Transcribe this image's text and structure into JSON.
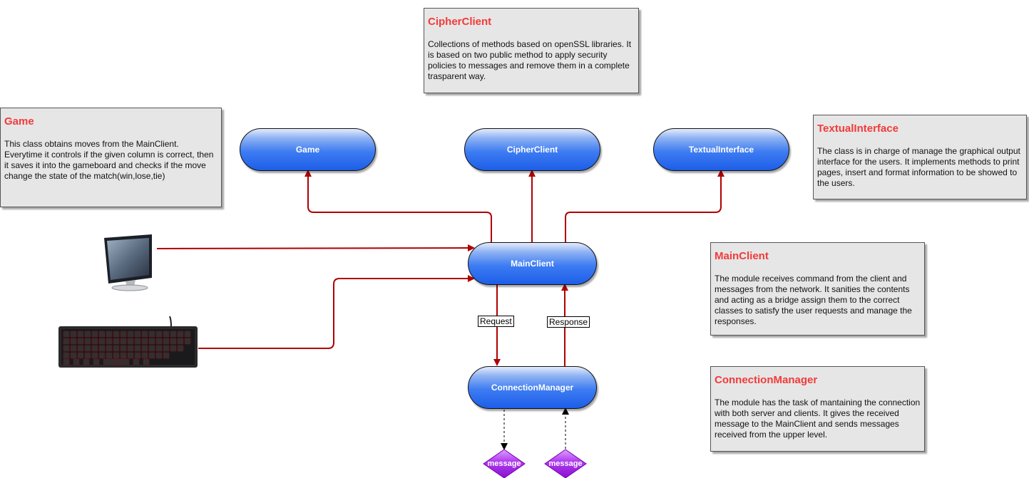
{
  "notes": {
    "cipher": {
      "title": "CipherClient",
      "body": "Collections of methods based on openSSL libraries. It is based on two public method to apply security policies to messages and remove them in a complete trasparent way."
    },
    "game": {
      "title": "Game",
      "body": "This class obtains moves from the MainClient. Everytime it controls if the given column is correct, then it saves it into the gameboard and checks if the move change the state of the match(win,lose,tie)"
    },
    "textual": {
      "title": "TextualInterface",
      "body": "The class is in charge of manage the graphical output interface for the users. It implements methods to print pages, insert and format information to be showed to the users."
    },
    "main": {
      "title": "MainClient",
      "body": "The module receives command from the client and messages from the network. It sanities the contents and acting as a bridge assign them to the correct classes to satisfy the user requests and manage the responses."
    },
    "connection": {
      "title": "ConnectionManager",
      "body": "The module has the task of mantaining the connection with both server and clients. It gives the received message to the MainClient and sends messages received from the upper level."
    }
  },
  "nodes": {
    "game": "Game",
    "cipher": "CipherClient",
    "textual": "TextualInterface",
    "main": "MainClient",
    "connection": "ConnectionManager"
  },
  "edge_labels": {
    "request": "Request",
    "response": "Response"
  },
  "messages": [
    "message",
    "message"
  ],
  "icons": [
    "monitor-icon",
    "keyboard-icon"
  ],
  "colors": {
    "arrow": "#b00000",
    "note_title": "#f23a3a",
    "node_fill": "#2f6ff0",
    "message_fill": "#a020e0"
  }
}
